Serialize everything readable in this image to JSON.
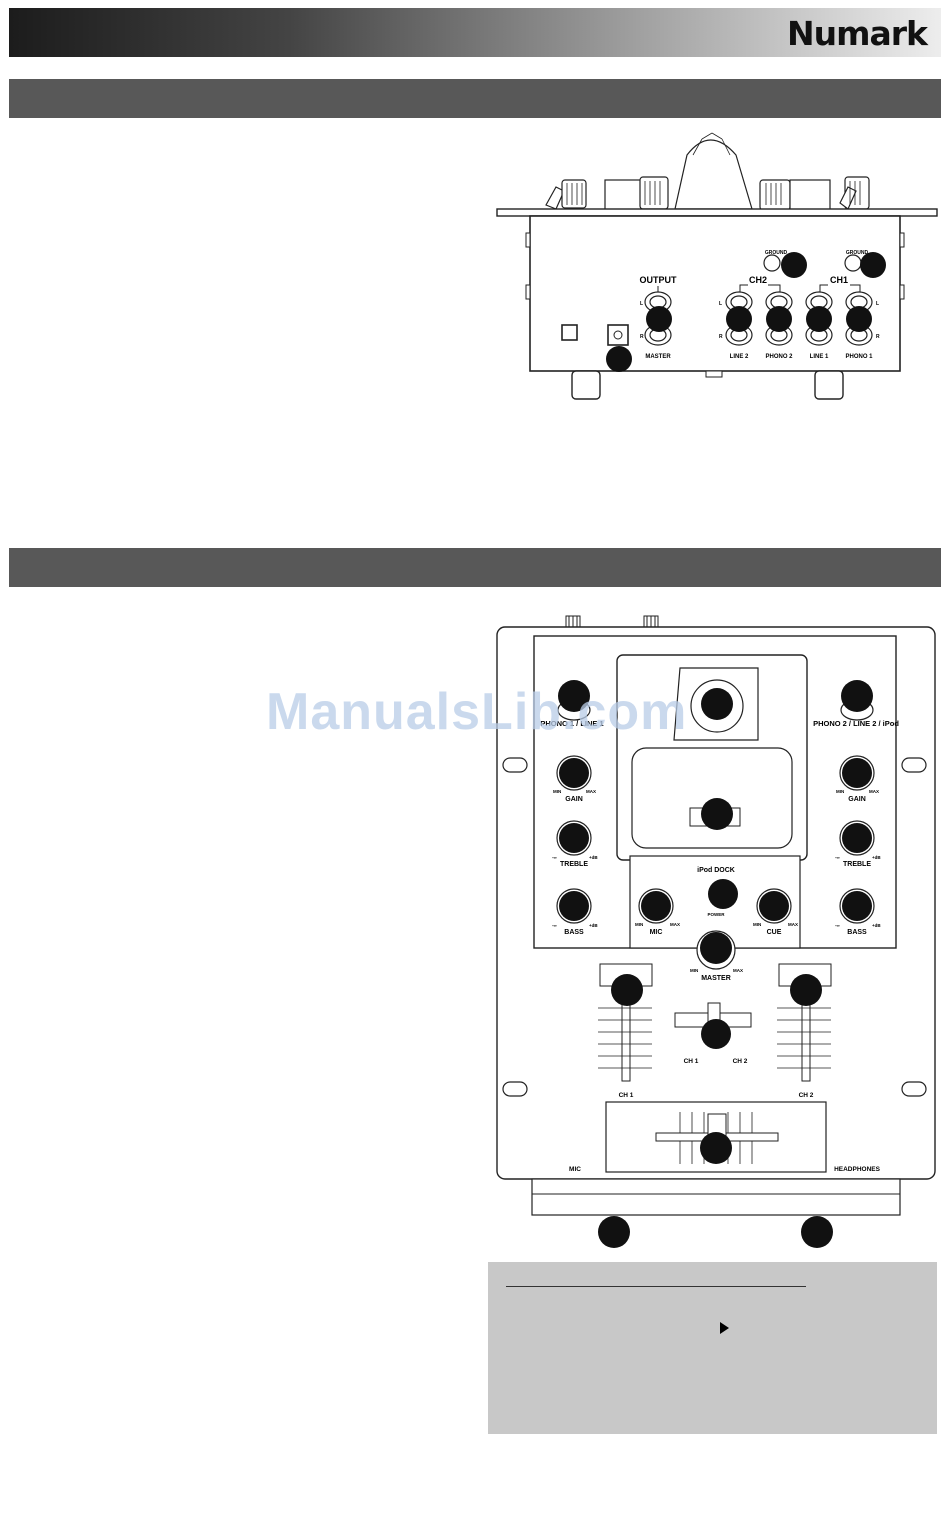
{
  "header": {
    "brand": "Numark"
  },
  "watermark": "ManualsLib.com",
  "rear_panel": {
    "output_label": "OUTPUT",
    "master_label": "MASTER",
    "ch2_label": "CH2",
    "ch1_label": "CH1",
    "line2_label": "LINE 2",
    "phono2_label": "PHONO 2",
    "line1_label": "LINE 1",
    "phono1_label": "PHONO 1",
    "ground_label": "GROUND",
    "left_label": "L",
    "right_label": "R"
  },
  "top_panel": {
    "ch1_source_label": "PHONO 1 / LINE 1",
    "ch2_source_label": "PHONO 2 / LINE 2 / iPod",
    "gain_label": "GAIN",
    "treble_label": "TREBLE",
    "bass_label": "BASS",
    "min_label": "MIN",
    "max_label": "MAX",
    "minus_db_label": "-∞",
    "plus_db_label": "+dB",
    "dock_label": "iPod DOCK",
    "power_label": "POWER",
    "mic_knob_label": "MIC",
    "cue_label": "CUE",
    "master_label": "MASTER",
    "ch1_label": "CH 1",
    "ch2_label": "CH 2",
    "mic_jack_label": "MIC",
    "headphones_label": "HEADPHONES"
  }
}
